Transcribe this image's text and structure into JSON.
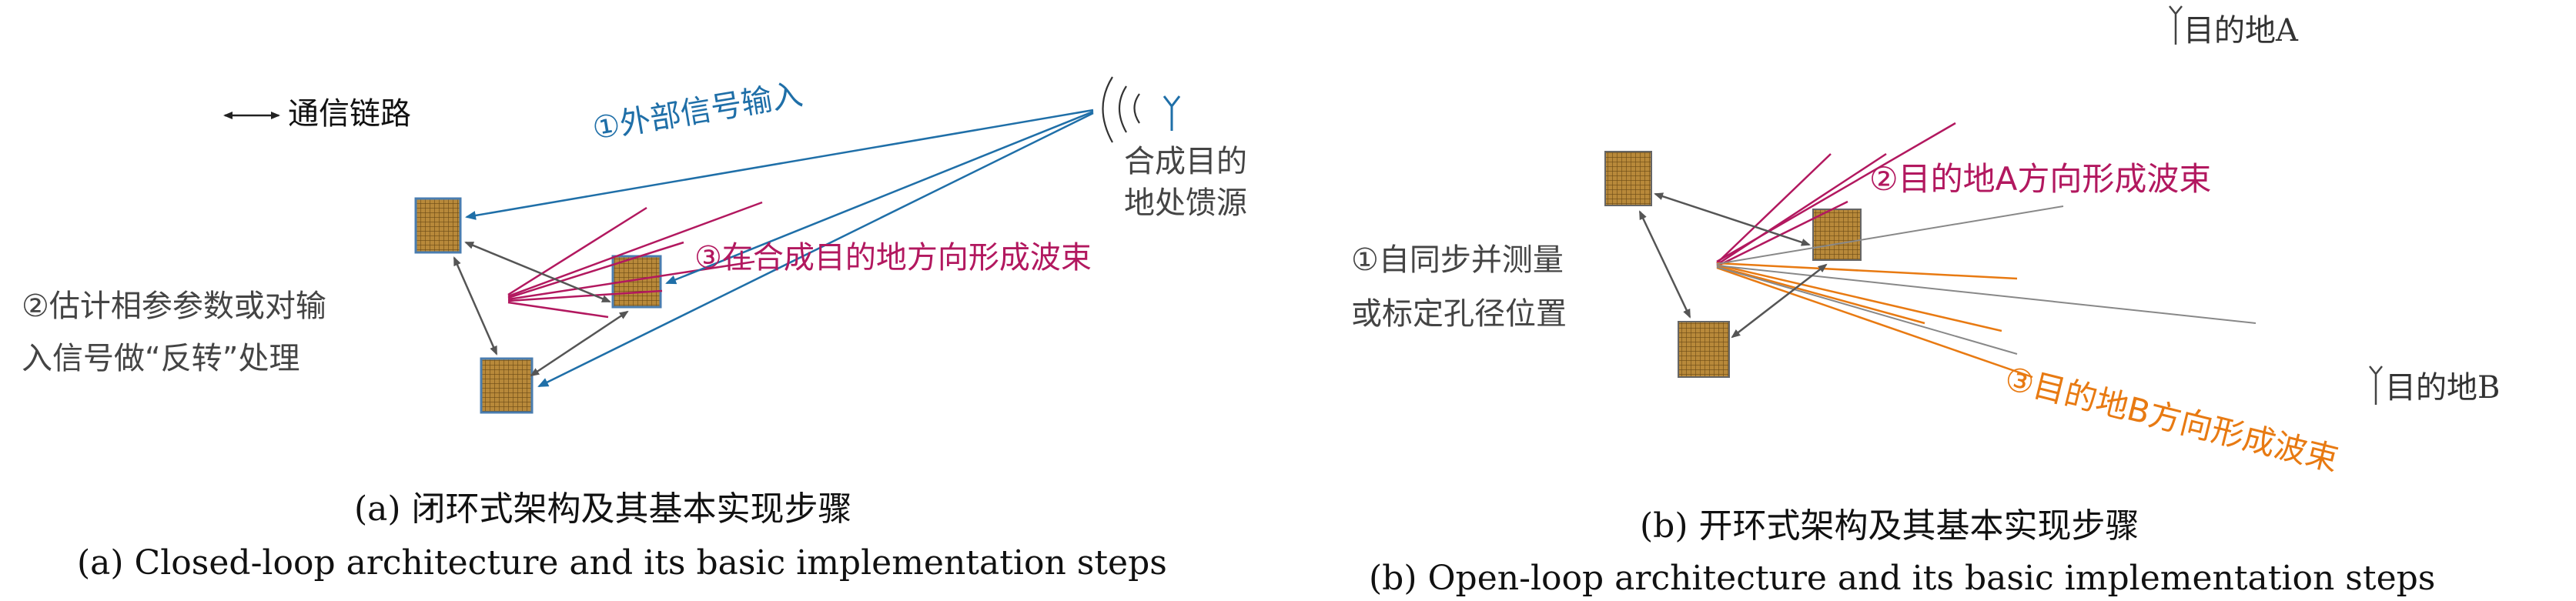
{
  "panel_a": {
    "legend_text": "通信链路",
    "step1": "①外部信号输入",
    "step2_line1": "②估计相参参数或对输",
    "step2_line2": "入信号做“反转”处理",
    "step3": "③在合成目的地方向形成波束",
    "feed_line1": "合成目的",
    "feed_line2": "地处馈源",
    "caption_cn": "(a) 闭环式架构及其基本实现步骤",
    "caption_en": "(a) Closed-loop architecture and its basic implementation steps"
  },
  "panel_b": {
    "step1_line1": "①自同步并测量",
    "step1_line2": "或标定孔径位置",
    "step2": "②目的地A方向形成波束",
    "step3": "③目的地B方向形成波束",
    "dest_a": "目的地A",
    "dest_b": "目的地B",
    "caption_cn": "(b) 开环式架构及其基本实现步骤",
    "caption_en": "(b) Open-loop architecture and its basic implementation steps"
  },
  "colors": {
    "blue": "#1f6fa8",
    "magenta": "#b2185f",
    "orange": "#e87a12",
    "gray": "#555555",
    "aperture_fill": "#b8893a"
  }
}
